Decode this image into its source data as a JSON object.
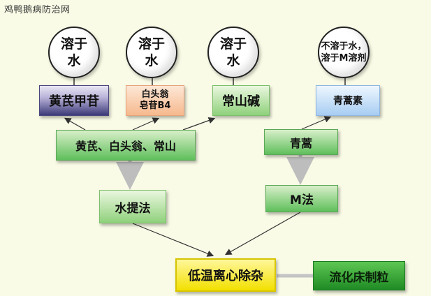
{
  "watermark": "鸡鸭鹅病防治网",
  "circles": {
    "c1": "溶于\n水",
    "c2": "溶于\n水",
    "c3": "溶于\n水",
    "c4": "不溶于水，\n溶于M溶剂"
  },
  "products": {
    "p1": "黄芪甲苷",
    "p2": "白头翁\n皂苷B4",
    "p3": "常山碱",
    "p4": "青蒿素"
  },
  "herbs": {
    "h1": "黄芪、白头翁、常山",
    "h2": "青蒿"
  },
  "methods": {
    "m1": "水提法",
    "m2": "M法"
  },
  "final": {
    "f1": "低温离心除杂",
    "f2": "流化床制粒"
  }
}
